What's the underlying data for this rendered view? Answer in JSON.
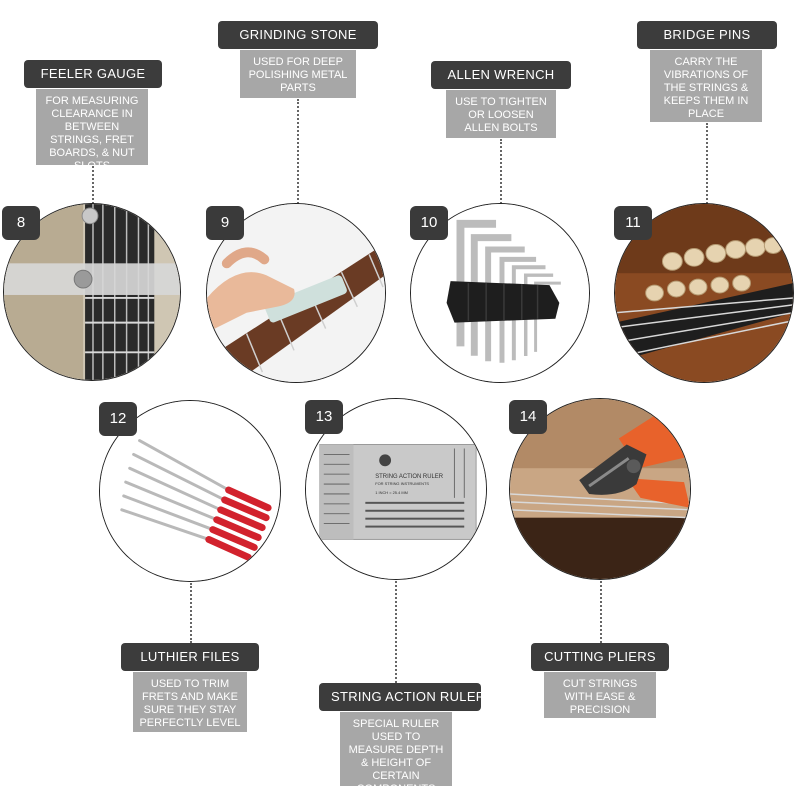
{
  "tools": [
    {
      "number": "8",
      "title": "FEELER GAUGE",
      "description": "FOR MEASURING CLEARANCE IN BETWEEN STRINGS, FRET BOARDS, & NUT SLOTS",
      "image_icon": "feeler-gauge-photo"
    },
    {
      "number": "9",
      "title": "GRINDING STONE",
      "description": "USED FOR DEEP POLISHING METAL PARTS",
      "image_icon": "grinding-stone-photo"
    },
    {
      "number": "10",
      "title": "ALLEN WRENCH",
      "description": "USE TO TIGHTEN OR LOOSEN ALLEN BOLTS",
      "image_icon": "allen-wrench-photo"
    },
    {
      "number": "11",
      "title": "BRIDGE PINS",
      "description": "CARRY THE VIBRATIONS OF THE STRINGS & KEEPS THEM IN PLACE",
      "image_icon": "bridge-pins-photo"
    },
    {
      "number": "12",
      "title": "LUTHIER FILES",
      "description": "USED TO TRIM FRETS AND MAKE SURE THEY STAY PERFECTLY LEVEL",
      "image_icon": "luthier-files-photo"
    },
    {
      "number": "13",
      "title": "STRING ACTION RULER",
      "description": "SPECIAL RULER USED TO MEASURE DEPTH & HEIGHT OF CERTAIN COMPONENTS",
      "image_icon": "string-action-ruler-photo",
      "image_text": {
        "ruler_title": "STRING ACTION RULER",
        "ruler_subtitle": "FOR STRING INSTRUMENTS",
        "ruler_scale": "1 INCH = 25.4 MM"
      }
    },
    {
      "number": "14",
      "title": "CUTTING PLIERS",
      "description": "CUT STRINGS WITH EASE & PRECISION",
      "image_icon": "cutting-pliers-photo"
    }
  ],
  "colors": {
    "title_bg": "#3c3c3c",
    "description_bg": "#a7a7a7",
    "number_badge_bg": "#3a3a3a",
    "text": "#ffffff"
  }
}
